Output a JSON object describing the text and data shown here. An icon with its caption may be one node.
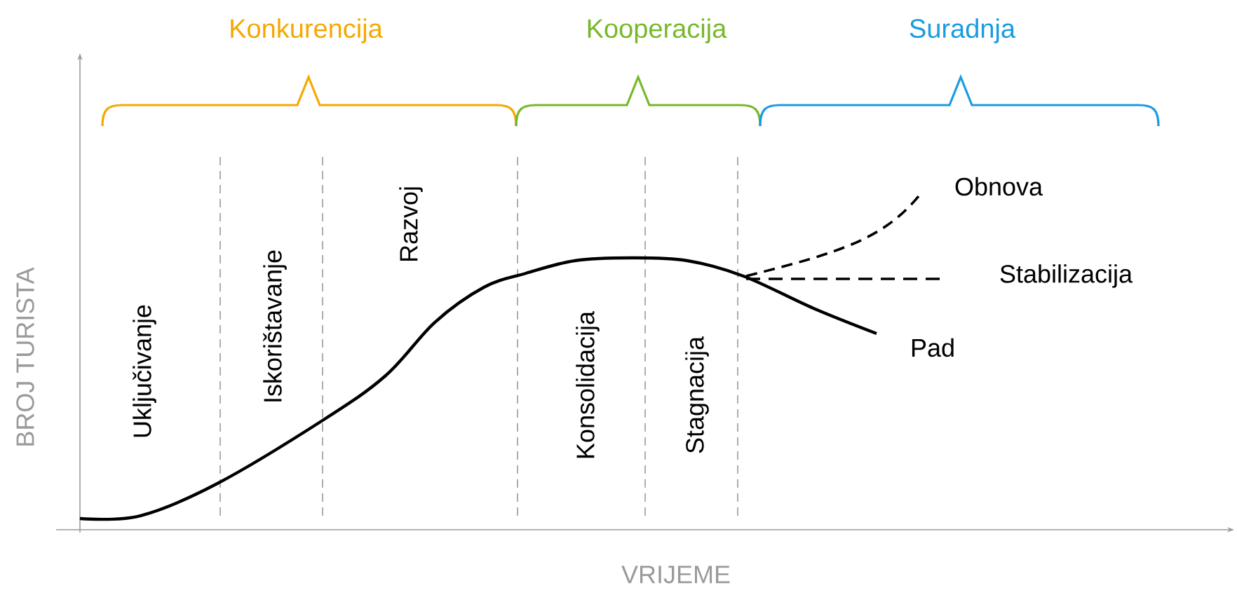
{
  "diagram": {
    "labels": [
      "Konkurencija",
      "Kooperacija",
      "Suradnja",
      "Uključivanje",
      "Iskorištavanje",
      "Razvoj",
      "Obnova",
      "Konsolidacija",
      "Stabilizacija",
      "Stagnacija",
      "Pad",
      "BROJ TURISTA",
      "VRIJEME"
    ]
  }
}
